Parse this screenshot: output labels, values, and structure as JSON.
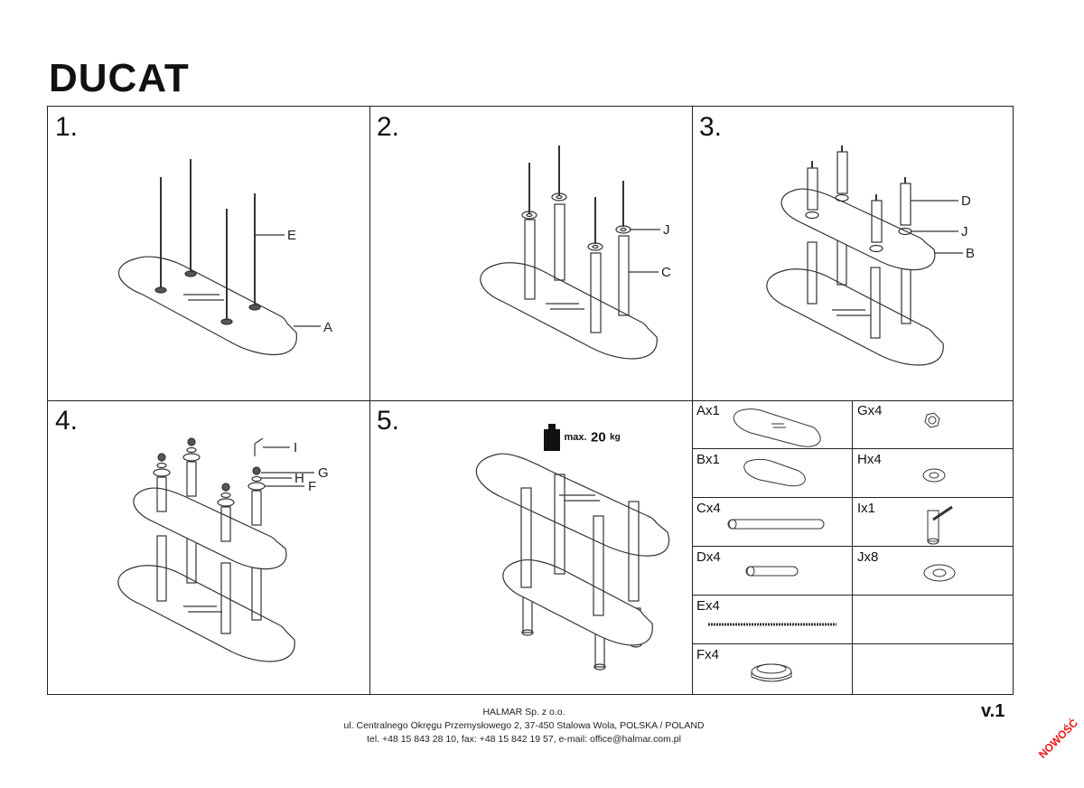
{
  "title": "DUCAT",
  "steps": [
    "1.",
    "2.",
    "3.",
    "4.",
    "5."
  ],
  "callouts": {
    "step1": [
      "E",
      "A"
    ],
    "step2": [
      "J",
      "C"
    ],
    "step3": [
      "D",
      "J",
      "B"
    ],
    "step4": [
      "I",
      "G",
      "H",
      "F"
    ]
  },
  "max_load": {
    "prefix": "max.",
    "value": "20",
    "unit": "kg"
  },
  "parts": [
    {
      "label": "Ax1",
      "icon": "glass-top-icon"
    },
    {
      "label": "Gx4",
      "icon": "nut-icon"
    },
    {
      "label": "Bx1",
      "icon": "glass-shelf-icon"
    },
    {
      "label": "Hx4",
      "icon": "washer-icon"
    },
    {
      "label": "Cx4",
      "icon": "long-tube-icon"
    },
    {
      "label": "Ix1",
      "icon": "key-tool-icon"
    },
    {
      "label": "Dx4",
      "icon": "short-tube-icon"
    },
    {
      "label": "Jx8",
      "icon": "large-washer-icon"
    },
    {
      "label": "Ex4",
      "icon": "threaded-rod-icon"
    },
    {
      "label": "",
      "icon": ""
    },
    {
      "label": "Fx4",
      "icon": "cap-icon"
    },
    {
      "label": "",
      "icon": ""
    }
  ],
  "footer": {
    "company": "HALMAR Sp. z o.o.",
    "address": "ul. Centralnego Okręgu Przemysłowego 2, 37-450 Stalowa Wola, POLSKA / POLAND",
    "contact": "tel. +48 15 843 28 10, fax: +48 15 842 19 57, e-mail: office@halmar.com.pl"
  },
  "version": "v.1",
  "stamp": "NOWOŚĆ"
}
